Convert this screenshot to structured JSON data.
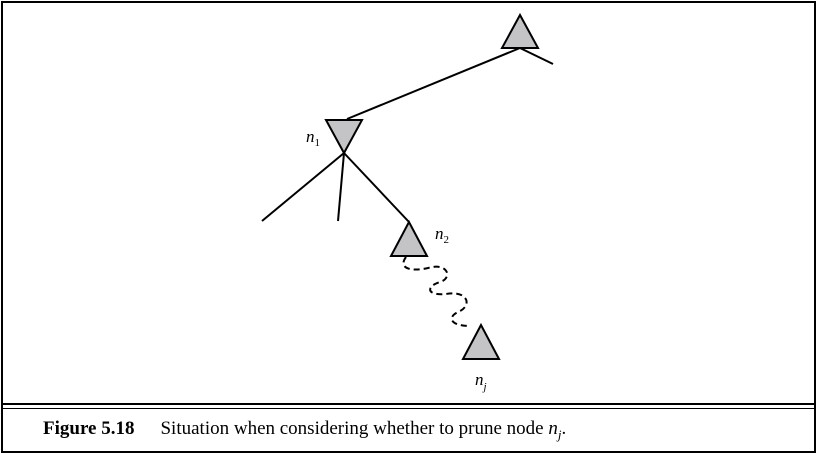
{
  "labels": {
    "n1": {
      "base": "n",
      "sub": "1"
    },
    "n2": {
      "base": "n",
      "sub": "2"
    },
    "nj": {
      "base": "n",
      "sub": "j"
    }
  },
  "caption": {
    "figure_number": "Figure 5.18",
    "text": "Situation when considering whether to prune node ",
    "var_base": "n",
    "var_sub": "j",
    "end": "."
  },
  "colors": {
    "node_fill": "#c4c4c6",
    "stroke": "#000000"
  }
}
